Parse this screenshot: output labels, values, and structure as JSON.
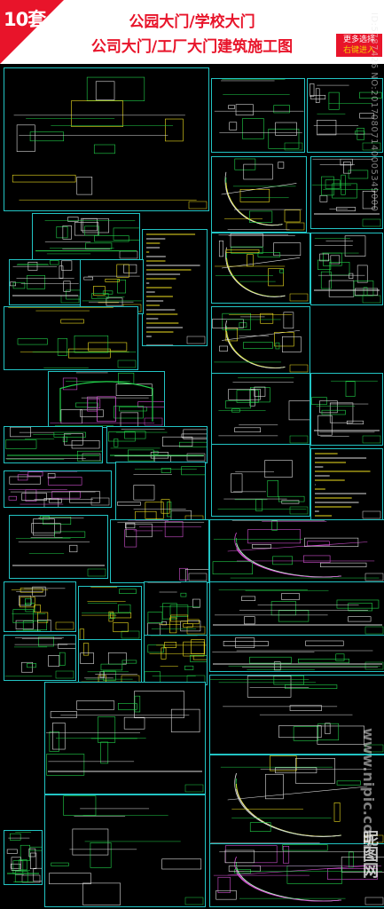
{
  "header": {
    "badge": "10套",
    "title_line1": "公园大门/学校大门",
    "title_line2": "公司大门/工厂大门建筑施工图",
    "cta_line1": "更多选择",
    "cta_line2": "右键进入"
  },
  "watermark": {
    "id_text": "ID:5787426 NO:20170807140005349000",
    "url": "www.nipic.com",
    "logo": "昵图网"
  },
  "colors": {
    "accent_red": "#e8142a",
    "sheet_border": "#22c4c4",
    "drawing_green": "#22d14a",
    "drawing_yellow": "#f0e020",
    "drawing_white": "#dddddd",
    "drawing_magenta": "#d050d0"
  }
}
